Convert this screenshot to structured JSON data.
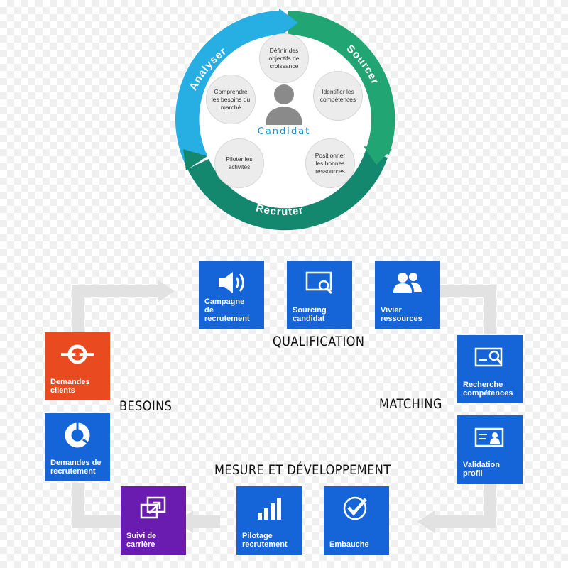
{
  "cycle": {
    "phases": [
      {
        "label": "Analyser",
        "color": "#27aee3"
      },
      {
        "label": "Sourcer",
        "color": "#21a673"
      },
      {
        "label": "Recruter",
        "color": "#14876f"
      }
    ],
    "center_label": "Candidat",
    "nodes": [
      {
        "label": "Définir des\nobjectifs de\ncroissance"
      },
      {
        "label": "Identifier les\ncompétences"
      },
      {
        "label": "Positionner\nles bonnes\nressources"
      },
      {
        "label": "Piloter les\nactivités"
      },
      {
        "label": "Comprendre\nles besoins du\nmarché"
      }
    ]
  },
  "stages": {
    "qualification": "QUALIFICATION",
    "besoins": "BESOINS",
    "matching": "MATCHING",
    "mesure": "MESURE ET DÉVELOPPEMENT"
  },
  "tiles": {
    "campagne": {
      "label": "Campagne\nde\nrecrutement",
      "icon": "megaphone-icon",
      "color": "#1565d8"
    },
    "sourcing": {
      "label": "Sourcing\ncandidat",
      "icon": "screen-search-icon",
      "color": "#1565d8"
    },
    "vivier": {
      "label": "Vivier\nressources",
      "icon": "users-icon",
      "color": "#1565d8"
    },
    "recherche": {
      "label": "Recherche\ncompétences",
      "icon": "id-card-search-icon",
      "color": "#1565d8"
    },
    "validation": {
      "label": "Validation\nprofil",
      "icon": "id-card-icon",
      "color": "#1565d8"
    },
    "embauche": {
      "label": "Embauche",
      "icon": "checkmark-icon",
      "color": "#1565d8"
    },
    "pilotage": {
      "label": "Pilotage\nrecrutement",
      "icon": "bar-chart-icon",
      "color": "#1565d8"
    },
    "suivi": {
      "label": "Suivi de\ncarrière",
      "icon": "expand-window-icon",
      "color": "#6a1bb0"
    },
    "demandes_recrut": {
      "label": "Demandes de\nrecrutement",
      "icon": "donut-icon",
      "color": "#1565d8"
    },
    "demandes_clients": {
      "label": "Demandes\nclients",
      "icon": "target-icon",
      "color": "#ea4a1f"
    }
  }
}
